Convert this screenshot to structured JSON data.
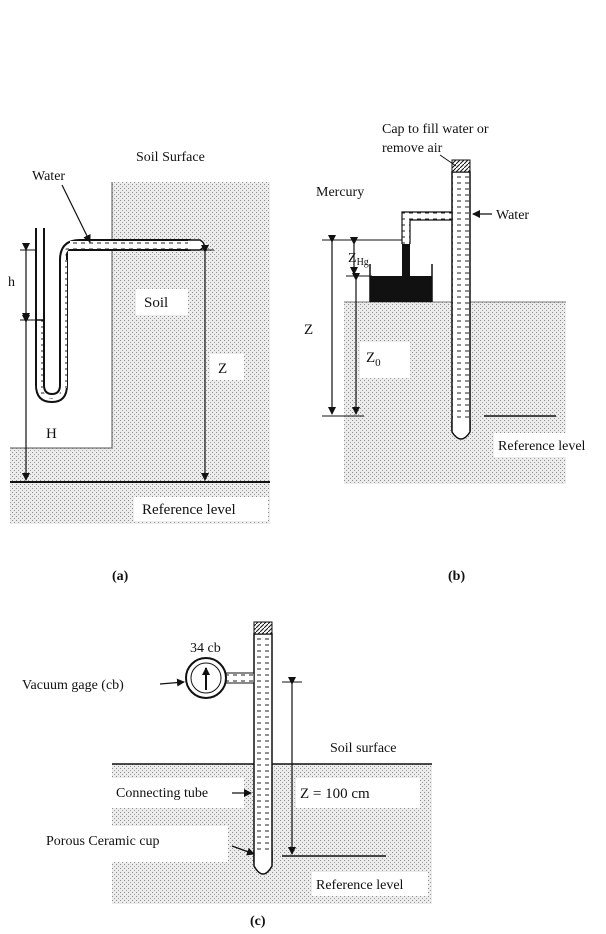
{
  "panel_a": {
    "caption": "(a)",
    "soil_surface_label": "Soil Surface",
    "water_label": "Water",
    "soil_label": "Soil",
    "h_label": "h",
    "H_label": "H",
    "Z_label": "Z",
    "reference_label": "Reference level"
  },
  "panel_b": {
    "caption": "(b)",
    "cap_label_line1": "Cap to fill water or",
    "cap_label_line2": "remove air",
    "mercury_label": "Mercury",
    "water_label": "Water",
    "zhg_main": "Z",
    "zhg_sub": "Hg",
    "z_label": "Z",
    "z0_main": "Z",
    "z0_sub": "0",
    "reference_label": "Reference level"
  },
  "panel_c": {
    "caption": "(c)",
    "gage_value": "34 cb",
    "gage_label": "Vacuum gage (cb)",
    "soil_surface_label": "Soil surface",
    "connecting_tube_label": "Connecting tube",
    "z_label": "Z = 100 cm",
    "cup_label": "Porous Ceramic cup",
    "reference_label": "Reference level"
  },
  "colors": {
    "ink": "#111111",
    "soil_fill": "#e6e6e6",
    "mercury": "#111111"
  }
}
